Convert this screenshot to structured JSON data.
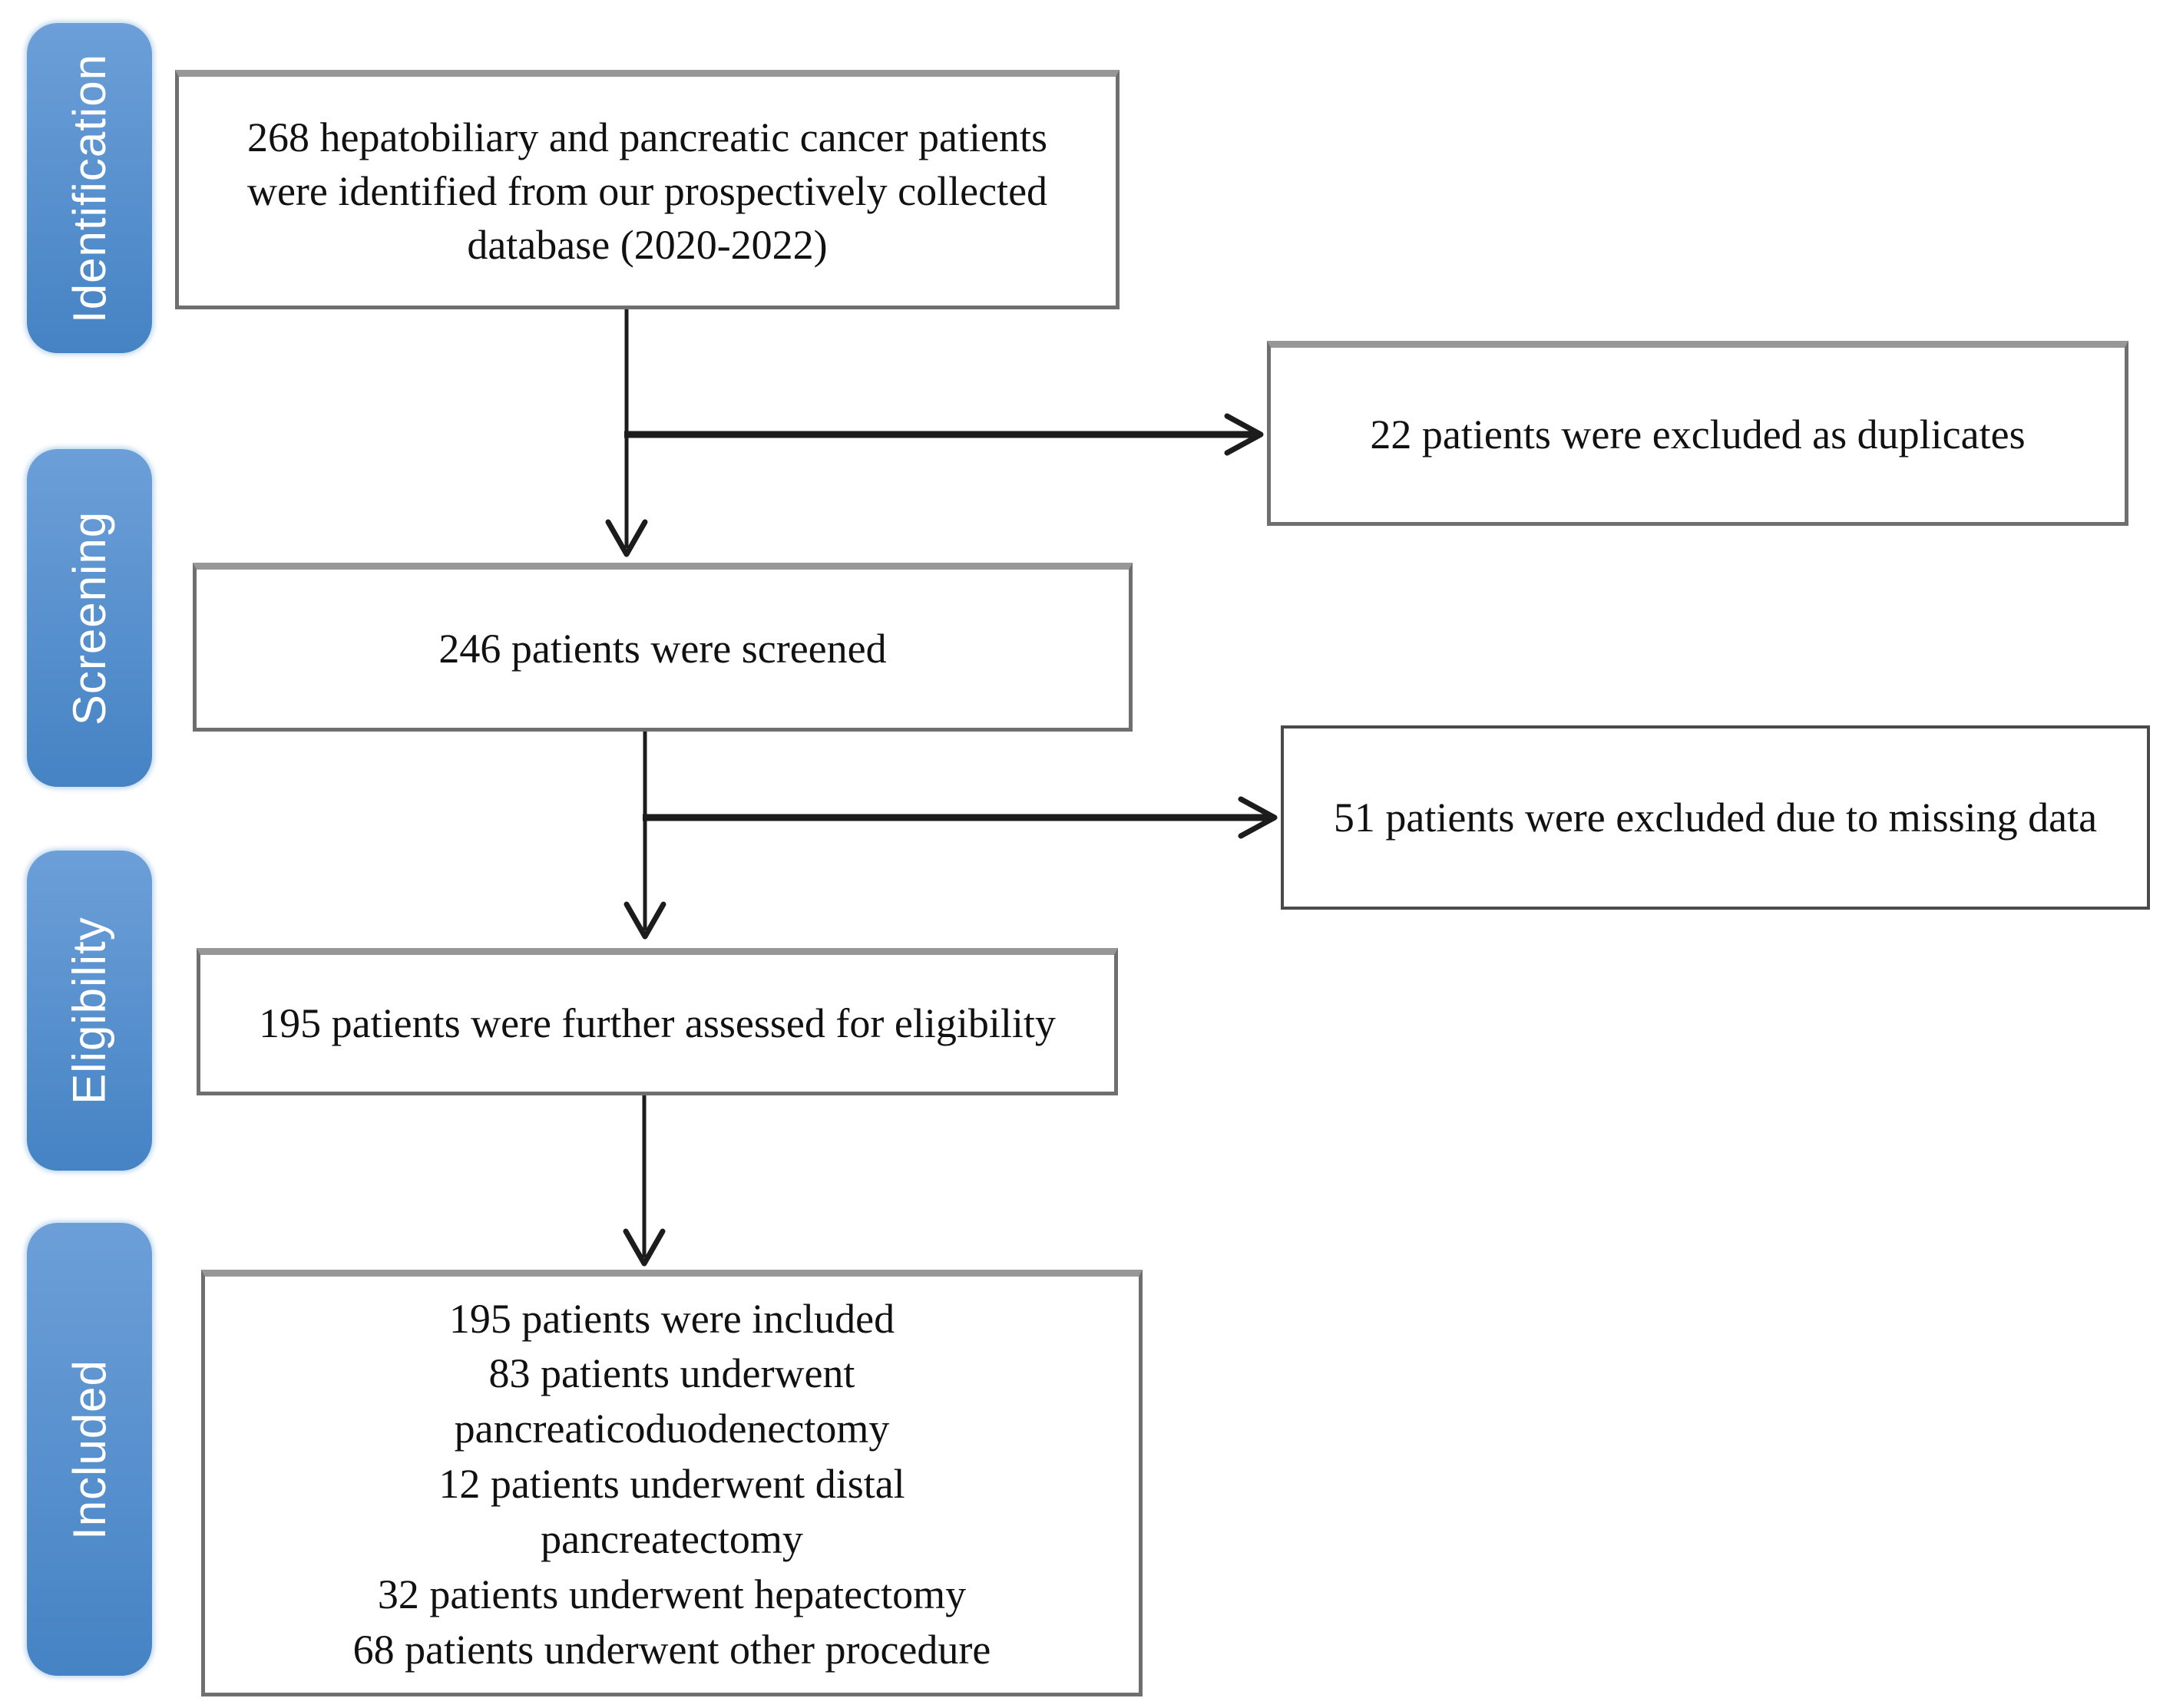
{
  "figure": {
    "type": "flow-diagram",
    "stages": [
      {
        "label": "Identification"
      },
      {
        "label": "Screening"
      },
      {
        "label": "Eligibility"
      },
      {
        "label": "Included"
      }
    ],
    "boxes": {
      "identified": {
        "text": "268 hepatobiliary and pancreatic cancer patients were identified from our prospectively collected database (2020-2022)"
      },
      "excluded_duplicates": {
        "text": "22 patients were excluded as duplicates"
      },
      "screened": {
        "text": "246 patients were screened"
      },
      "excluded_missing": {
        "text": "51 patients were excluded due to missing data"
      },
      "assessed": {
        "text": "195 patients were further assessed for eligibility"
      },
      "included": {
        "lines": [
          "195 patients were included",
          "83 patients underwent",
          "pancreaticoduodenectomy",
          "12 patients underwent distal",
          "pancreatectomy",
          "32 patients underwent hepatectomy",
          "68 patients underwent other procedure"
        ]
      }
    },
    "colors": {
      "stage_gradient_top": "#6C9FD8",
      "stage_gradient_bottom": "#4583C4",
      "stage_text": "#FFFFFF",
      "box_border": "#6f6f6f",
      "arrow": "#1c1c1c"
    }
  }
}
